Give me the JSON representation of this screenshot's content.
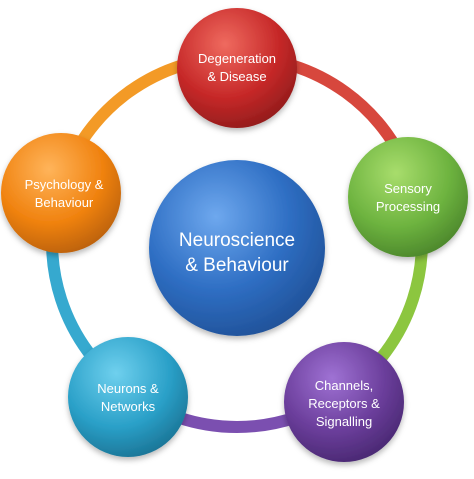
{
  "center": {
    "line1": "Neuroscience",
    "line2": "& Behaviour",
    "color": "#2f6fc4"
  },
  "nodes": [
    {
      "id": "degeneration",
      "lines": [
        "Degeneration",
        "& Disease"
      ],
      "color": "#c62828"
    },
    {
      "id": "sensory",
      "lines": [
        "Sensory",
        "Processing"
      ],
      "color": "#6db33f"
    },
    {
      "id": "channels",
      "lines": [
        "Channels,",
        "Receptors &",
        "Signalling"
      ],
      "color": "#6a3d9a"
    },
    {
      "id": "neurons",
      "lines": [
        "Neurons &",
        "Networks"
      ],
      "color": "#2aa0c8"
    },
    {
      "id": "psychology",
      "lines": [
        "Psychology &",
        "Behaviour"
      ],
      "color": "#f0820f"
    }
  ],
  "ring_colors": [
    "#d7473d",
    "#8cc63f",
    "#7b4fb0",
    "#36a9cf",
    "#f39a26"
  ]
}
